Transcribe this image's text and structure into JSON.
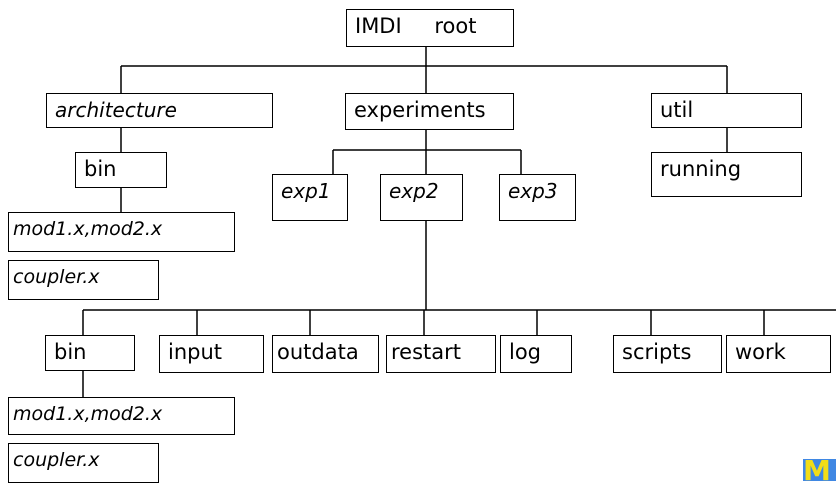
{
  "root": "IMDI root",
  "level1": {
    "architecture": "architecture",
    "experiments": "experiments",
    "util": "util"
  },
  "architecture": {
    "bin": "bin",
    "files": [
      "mod1.x,mod2.x",
      "coupler.x"
    ]
  },
  "experiments": [
    "exp1",
    "exp2",
    "exp3"
  ],
  "util": {
    "running": "running"
  },
  "exp2_children": [
    "bin",
    "input",
    "outdata",
    "restart",
    "log",
    "scripts",
    "work"
  ],
  "exp2_bin_files": [
    "mod1.x,mod2.x",
    "coupler.x"
  ],
  "colors": {
    "line": "#000000",
    "box_border": "#000000",
    "logo_bg": "#3f87e3",
    "logo_fg": "#f2dd18"
  },
  "logo_icon": "logo-icon"
}
